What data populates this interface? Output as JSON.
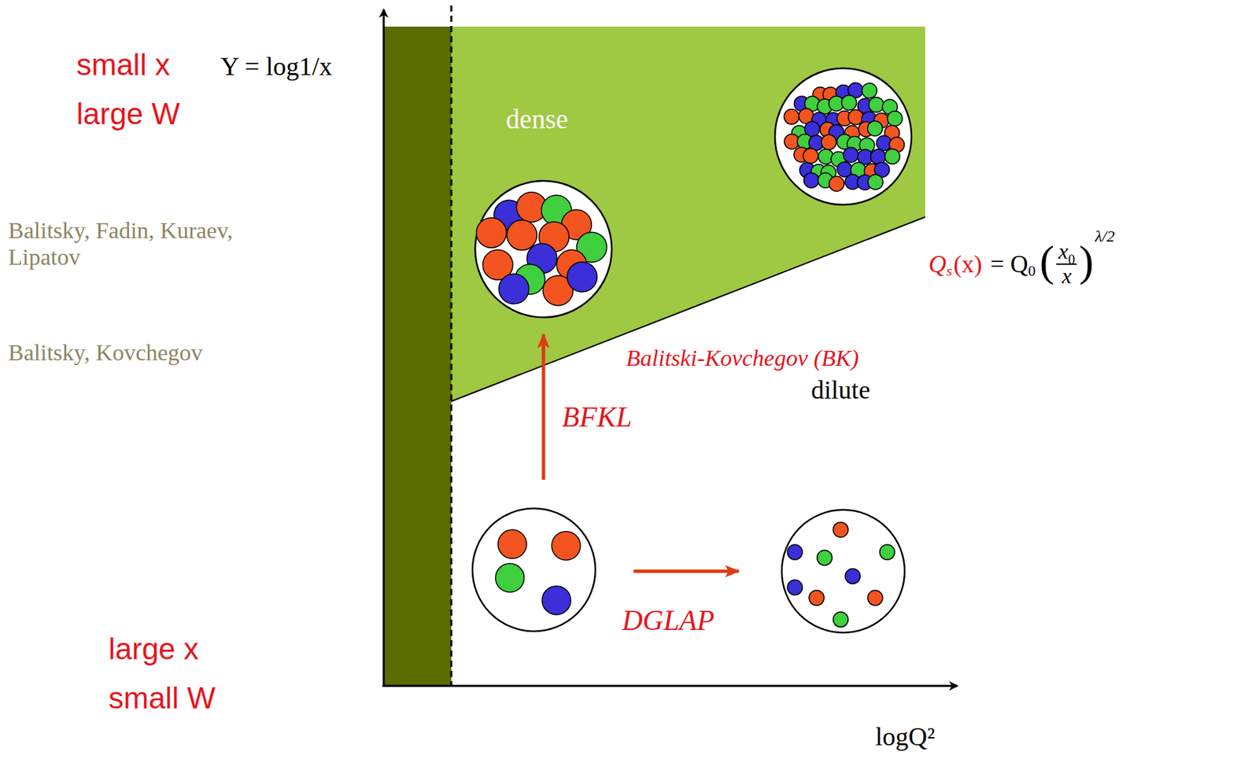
{
  "diagram": {
    "labels": [
      "small x",
      "Y = log1/x",
      "large W",
      "Balitsky, Fadin, Kuraev, Lipatov",
      "Balitsky, Kovchegov",
      "dense",
      "Balitski-Kovchegov (BK)",
      "dilute",
      "BFKL",
      "DGLAP",
      "large x",
      "small W",
      "logQ²",
      "Q",
      "s",
      "(x)",
      "= Q",
      "0",
      "(",
      "x",
      "0",
      "x",
      ")",
      "λ/2"
    ]
  }
}
